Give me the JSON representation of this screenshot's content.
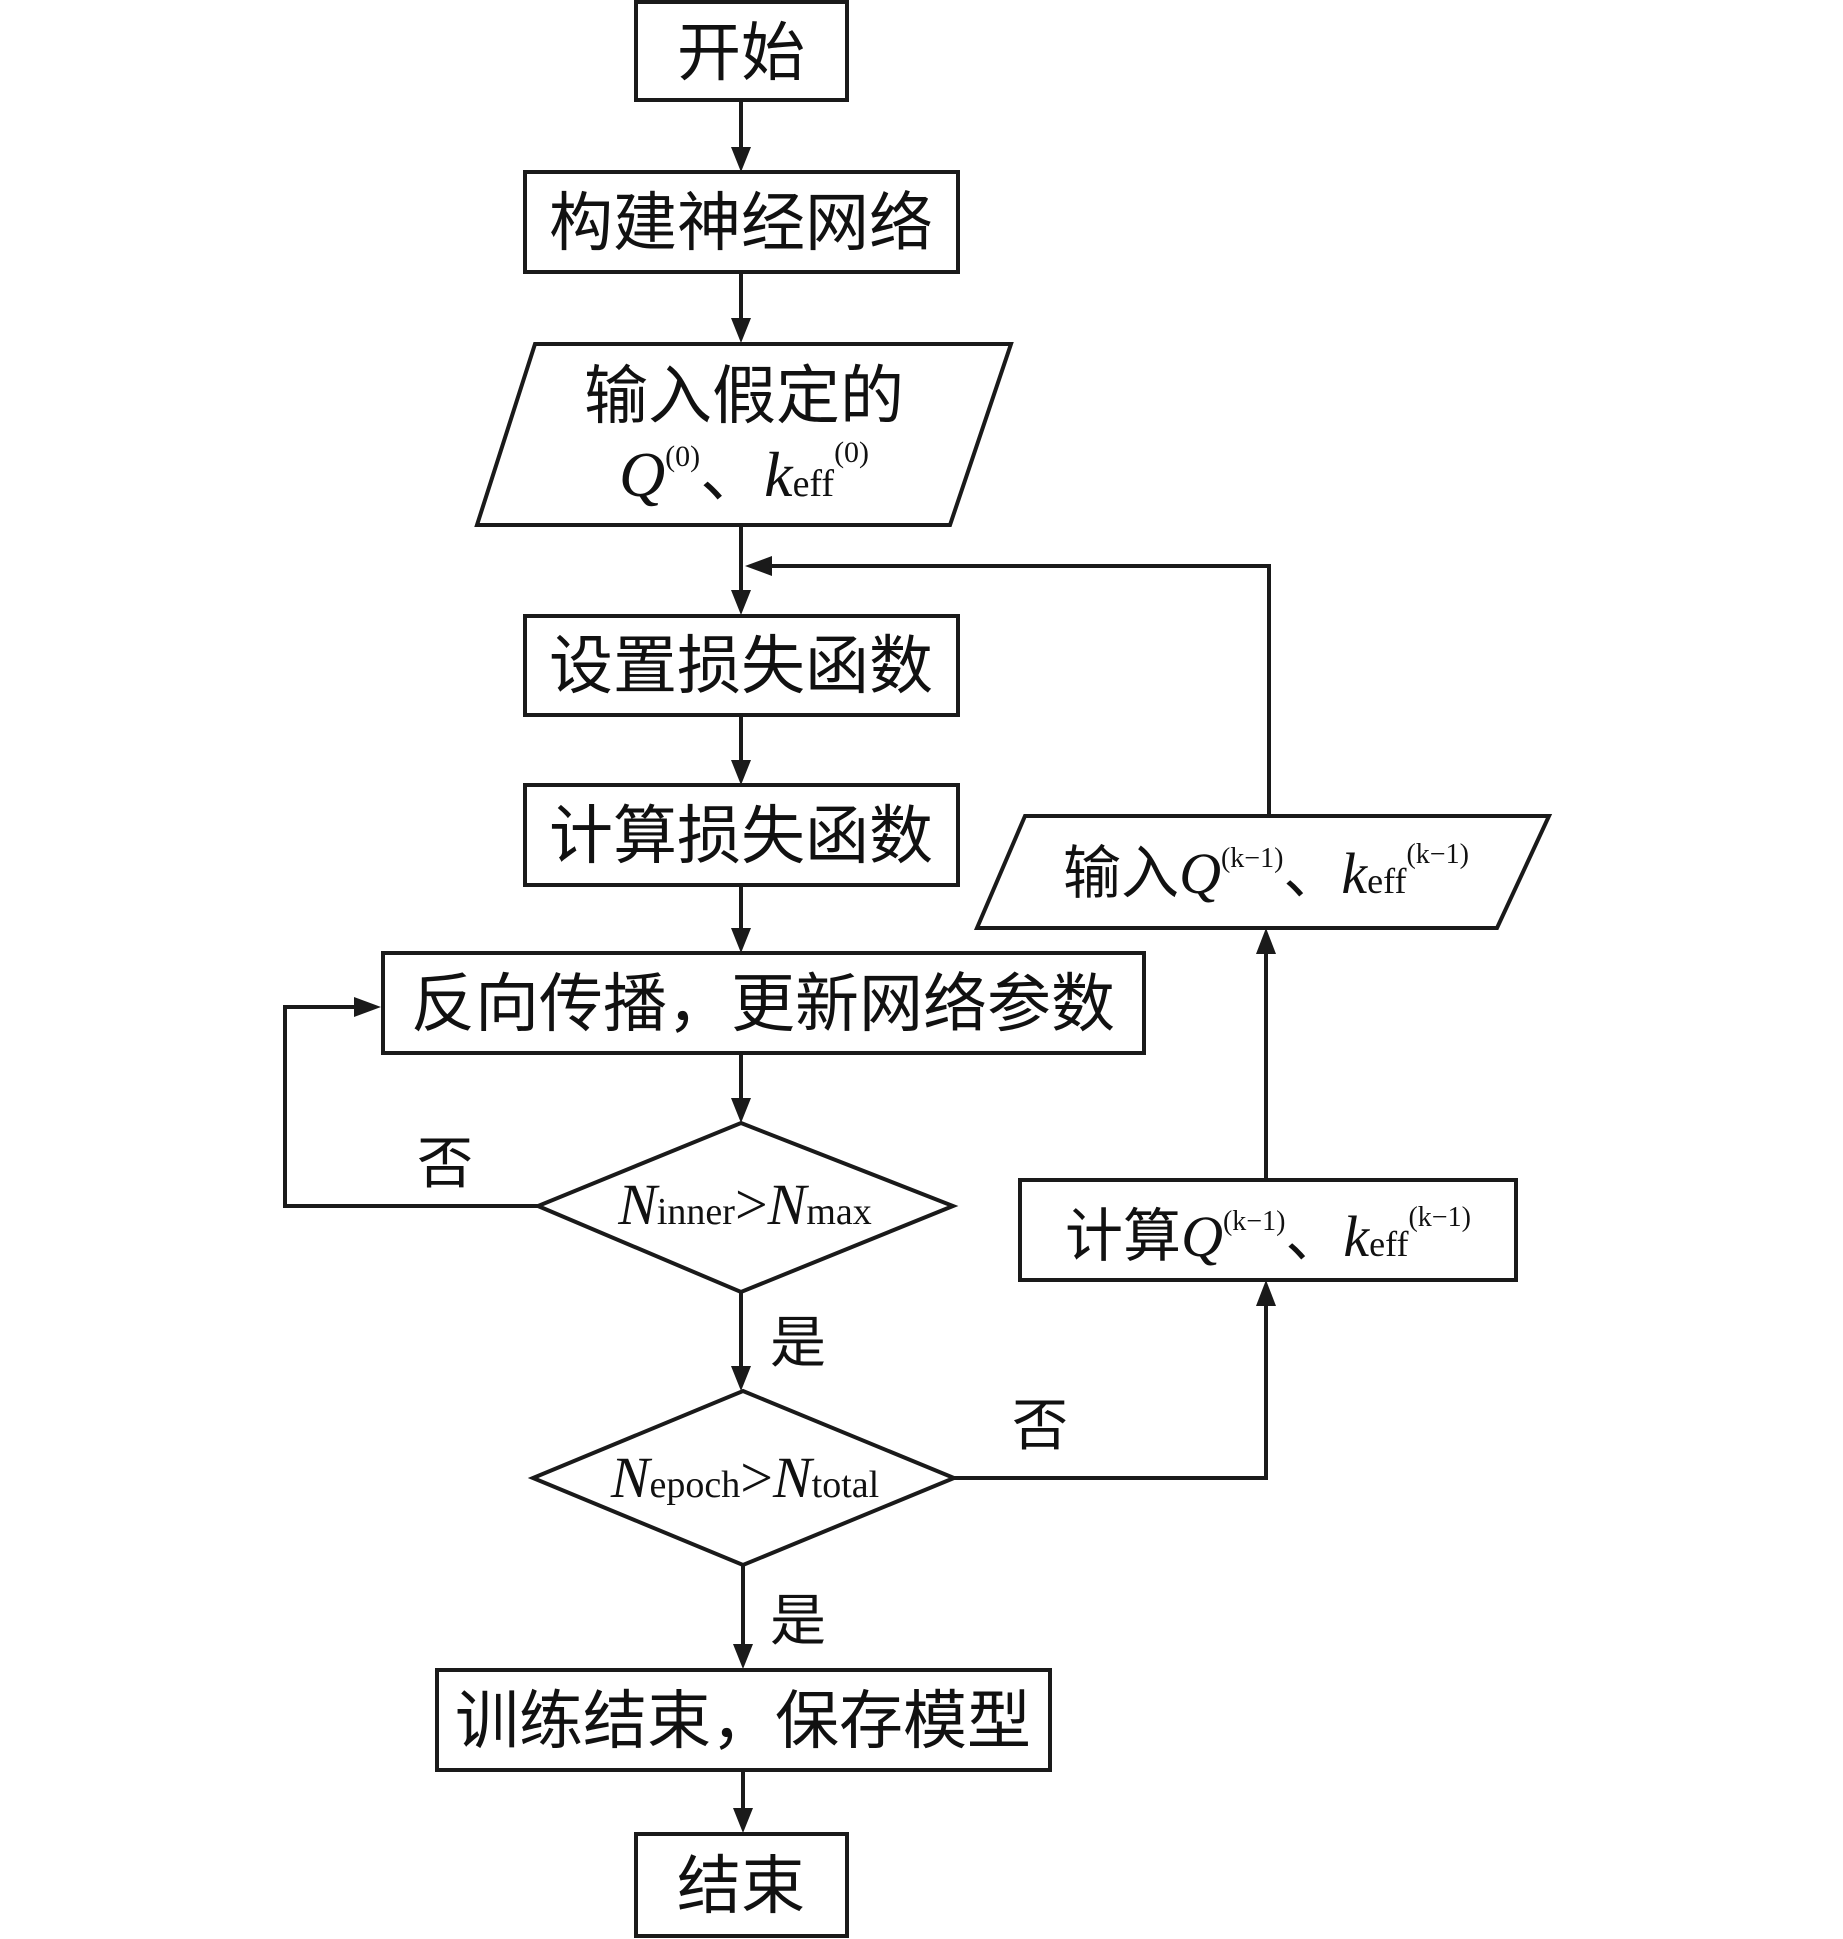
{
  "nodes": {
    "start": "开始",
    "build_network": "构建神经网络",
    "input_assumed": {
      "line1": "输入假定的",
      "q": "Q",
      "q_sup": "(0)",
      "sep": "、",
      "k": "k",
      "k_sub": "eff",
      "k_sup": "(0)"
    },
    "set_loss": "设置损失函数",
    "compute_loss": "计算损失函数",
    "backprop": "反向传播，更新网络参数",
    "cond_inner": {
      "n1": "N",
      "n1_sub": "inner",
      "op": ">",
      "n2": "N",
      "n2_sub": "max"
    },
    "cond_epoch": {
      "n1": "N",
      "n1_sub": "epoch",
      "op": ">",
      "n2": "N",
      "n2_sub": "total"
    },
    "compute_q": {
      "prefix": "计算",
      "q": "Q",
      "q_sup": "(k−1)",
      "sep": "、",
      "k": "k",
      "k_sub": "eff",
      "k_sup": "(k−1)"
    },
    "input_q": {
      "prefix": "输入",
      "q": "Q",
      "q_sup": "(k−1)",
      "sep": "、",
      "k": "k",
      "k_sub": "eff",
      "k_sup": "(k−1)"
    },
    "train_end": "训练结束，保存模型",
    "end": "结束"
  },
  "edge_labels": {
    "inner_no": "否",
    "inner_yes": "是",
    "epoch_no": "否",
    "epoch_yes": "是"
  }
}
